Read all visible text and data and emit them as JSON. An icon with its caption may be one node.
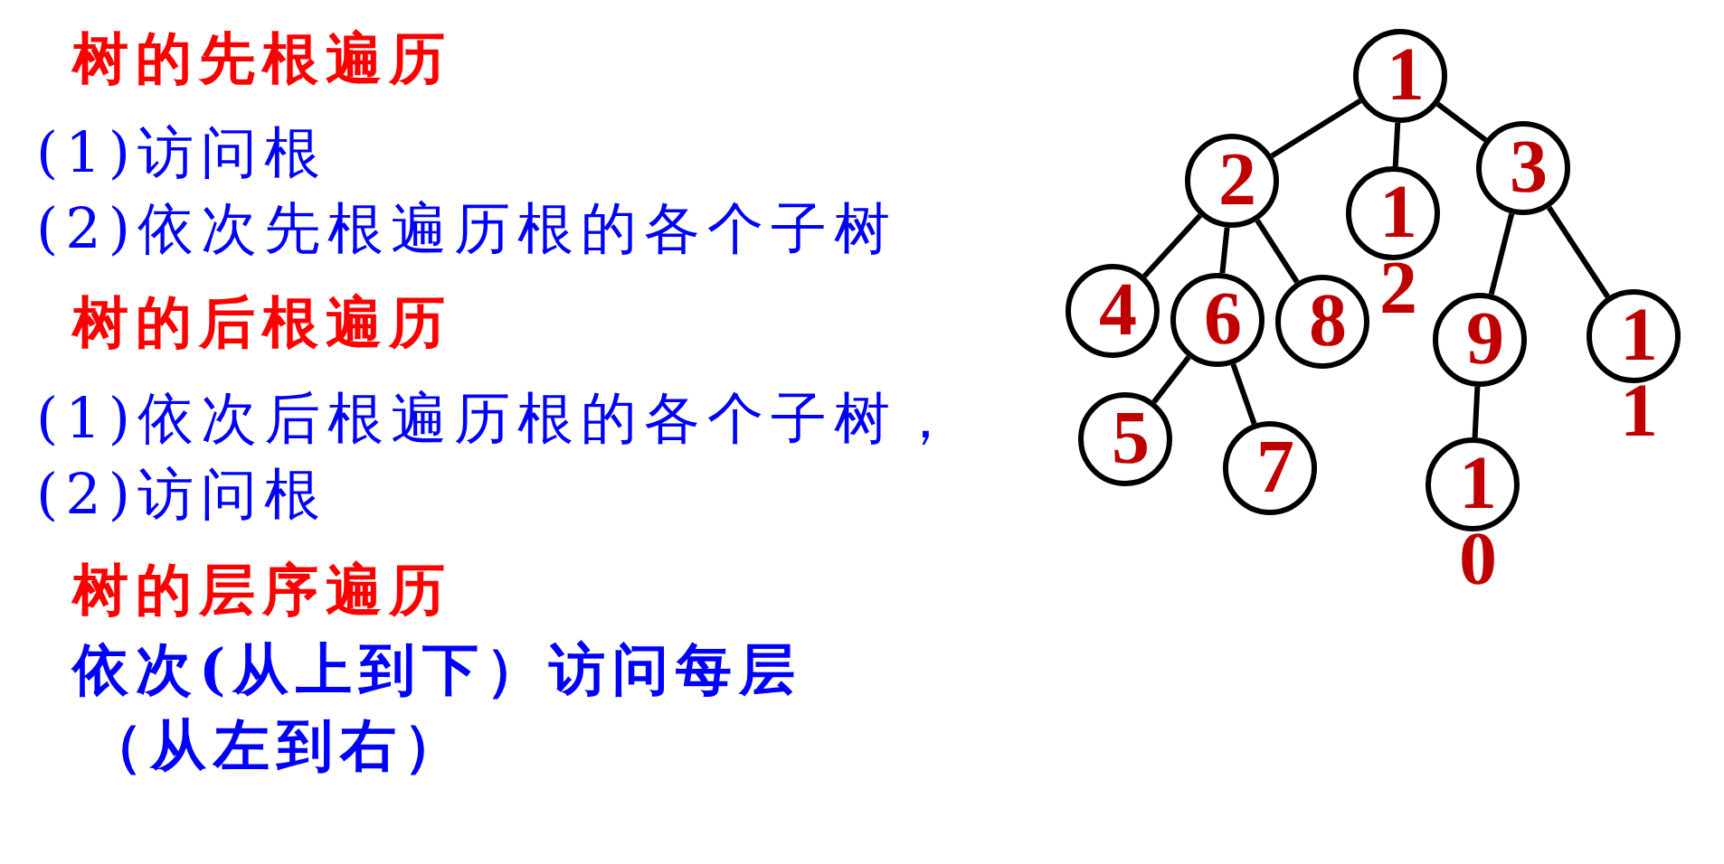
{
  "diagram": {
    "nodes": [
      {
        "text": [
          "1"
        ]
      },
      {
        "text": [
          "2"
        ]
      },
      {
        "text": [
          "12"
        ]
      },
      {
        "text": [
          "3"
        ]
      },
      {
        "text": [
          "4"
        ]
      },
      {
        "text": [
          "6"
        ]
      },
      {
        "text": [
          "8"
        ]
      },
      {
        "text": [
          "9"
        ]
      },
      {
        "text": [
          "11"
        ]
      },
      {
        "text": [
          "5"
        ]
      },
      {
        "text": [
          "7"
        ]
      },
      {
        "text": [
          "10"
        ]
      }
    ],
    "edges": [
      {
        "from": 0,
        "to": 1,
        "arrow": "none"
      },
      {
        "from": 0,
        "to": 2,
        "arrow": "none"
      },
      {
        "from": 0,
        "to": 3,
        "arrow": "none"
      },
      {
        "from": 1,
        "to": 4,
        "arrow": "none"
      },
      {
        "from": 1,
        "to": 5,
        "arrow": "none"
      },
      {
        "from": 1,
        "to": 6,
        "arrow": "none"
      },
      {
        "from": 5,
        "to": 9,
        "arrow": "none"
      },
      {
        "from": 5,
        "to": 10,
        "arrow": "none"
      },
      {
        "from": 3,
        "to": 7,
        "arrow": "none"
      },
      {
        "from": 3,
        "to": 8,
        "arrow": "none"
      },
      {
        "from": 7,
        "to": 11,
        "arrow": "none"
      }
    ],
    "labels": [
      "树的先根遍历",
      "(1)访问根",
      "(2)依次先根遍历根的各个子树",
      "树的后根遍历",
      "(1)依次后根遍历根的各个子树，",
      "(2)访问根",
      "树的层序遍历",
      "依次(从上到下）访问每层",
      "（从左到右）"
    ]
  }
}
